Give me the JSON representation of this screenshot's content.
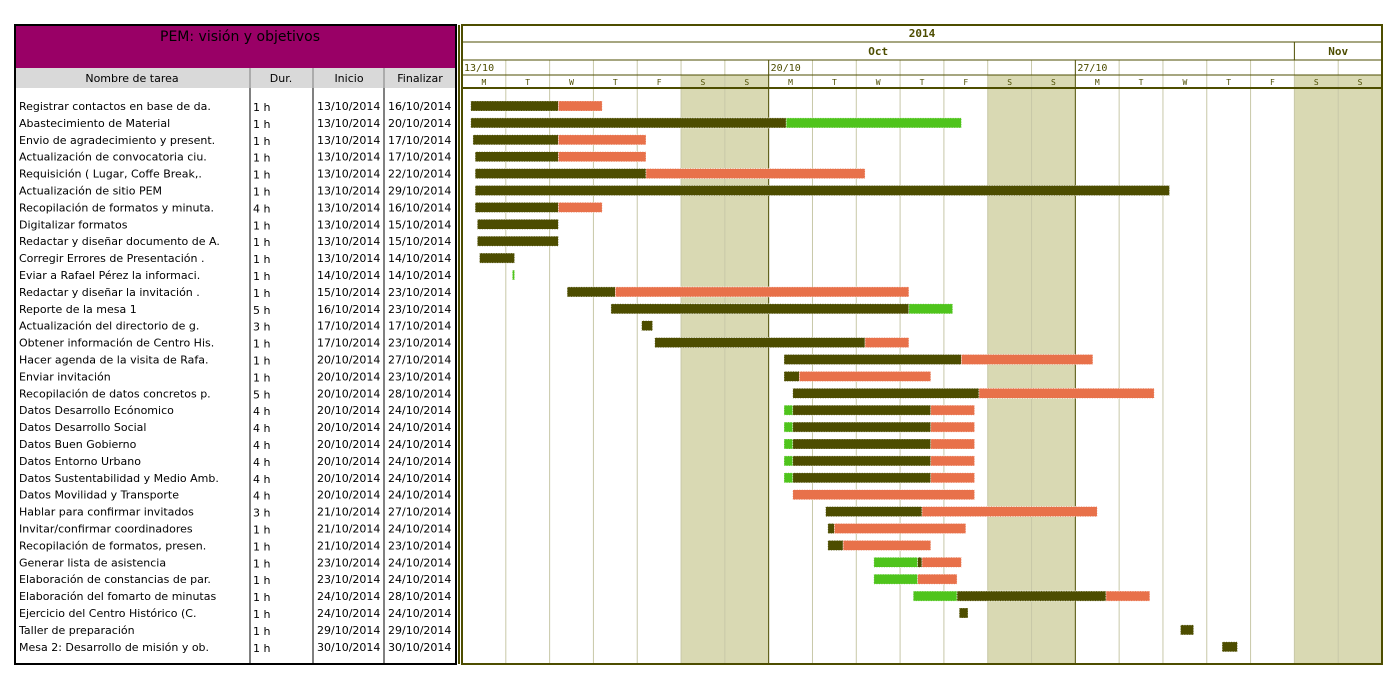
{
  "title": "PEM: visión y objetivos",
  "headers": {
    "name": "Nombre de tarea",
    "duration": "Dur.",
    "start": "Inicio",
    "end": "Finalizar"
  },
  "timeline": {
    "year": "2014",
    "months": [
      {
        "label": "Oct",
        "from": "2014-10-13",
        "to": "2014-11-01"
      },
      {
        "label": "Nov",
        "from": "2014-11-01",
        "to": "2014-11-03"
      }
    ],
    "weeks": [
      "13/10",
      "20/10",
      "27/10"
    ],
    "day_letters": [
      "M",
      "T",
      "W",
      "T",
      "F",
      "S",
      "S"
    ]
  },
  "colors": {
    "title_bg": "#990066",
    "title_text": "#000000",
    "header_bg": "#d9d9d9",
    "timeline_text": "#4d4d00",
    "weekend_fill": "#d9d9b3",
    "border": "#4d4d00",
    "done": "#4d4d00",
    "remaining": "#e8714a",
    "ahead": "#4fc41c"
  },
  "chart_data": {
    "type": "gantt",
    "x_range": [
      "2014-10-13",
      "2014-11-03"
    ],
    "tasks": [
      {
        "name": "Registrar contactos en base de da.",
        "dur": "1 h",
        "start": "13/10/2014",
        "end": "16/10/2014",
        "segments": [
          {
            "from": "2014-10-13.2",
            "to": "2014-10-15.2",
            "kind": "done"
          },
          {
            "from": "2014-10-15.2",
            "to": "2014-10-16.2",
            "kind": "remaining"
          }
        ]
      },
      {
        "name": "Abastecimiento de Material",
        "dur": "1 h",
        "start": "13/10/2014",
        "end": "20/10/2014",
        "segments": [
          {
            "from": "2014-10-13.2",
            "to": "2014-10-20.4",
            "kind": "done"
          },
          {
            "from": "2014-10-20.4",
            "to": "2014-10-24.4",
            "kind": "ahead"
          }
        ]
      },
      {
        "name": "Envio de agradecimiento y present.",
        "dur": "1 h",
        "start": "13/10/2014",
        "end": "17/10/2014",
        "segments": [
          {
            "from": "2014-10-13.25",
            "to": "2014-10-15.2",
            "kind": "done"
          },
          {
            "from": "2014-10-15.2",
            "to": "2014-10-17.2",
            "kind": "remaining"
          }
        ]
      },
      {
        "name": "Actualización de convocatoria ciu.",
        "dur": "1 h",
        "start": "13/10/2014",
        "end": "17/10/2014",
        "segments": [
          {
            "from": "2014-10-13.3",
            "to": "2014-10-15.2",
            "kind": "done"
          },
          {
            "from": "2014-10-15.2",
            "to": "2014-10-17.2",
            "kind": "remaining"
          }
        ]
      },
      {
        "name": "Requisición ( Lugar, Coffe Break,.",
        "dur": "1 h",
        "start": "13/10/2014",
        "end": "22/10/2014",
        "segments": [
          {
            "from": "2014-10-13.3",
            "to": "2014-10-17.2",
            "kind": "done"
          },
          {
            "from": "2014-10-17.2",
            "to": "2014-10-22.2",
            "kind": "remaining"
          }
        ]
      },
      {
        "name": "Actualización de sitio PEM",
        "dur": "1 h",
        "start": "13/10/2014",
        "end": "29/10/2014",
        "segments": [
          {
            "from": "2014-10-13.3",
            "to": "2014-10-29.15",
            "kind": "done"
          }
        ]
      },
      {
        "name": "Recopilación de formatos y minuta.",
        "dur": "4 h",
        "start": "13/10/2014",
        "end": "16/10/2014",
        "segments": [
          {
            "from": "2014-10-13.3",
            "to": "2014-10-15.2",
            "kind": "done"
          },
          {
            "from": "2014-10-15.2",
            "to": "2014-10-16.2",
            "kind": "remaining"
          }
        ]
      },
      {
        "name": "Digitalizar formatos",
        "dur": "1 h",
        "start": "13/10/2014",
        "end": "15/10/2014",
        "segments": [
          {
            "from": "2014-10-13.35",
            "to": "2014-10-15.2",
            "kind": "done"
          }
        ]
      },
      {
        "name": "Redactar y diseñar documento de A.",
        "dur": "1 h",
        "start": "13/10/2014",
        "end": "15/10/2014",
        "segments": [
          {
            "from": "2014-10-13.35",
            "to": "2014-10-15.2",
            "kind": "done"
          }
        ]
      },
      {
        "name": "Corregir Errores de Presentación .",
        "dur": "1 h",
        "start": "13/10/2014",
        "end": "14/10/2014",
        "segments": [
          {
            "from": "2014-10-13.4",
            "to": "2014-10-14.2",
            "kind": "done"
          }
        ]
      },
      {
        "name": "Eviar a Rafael Pérez la informaci.",
        "dur": "1 h",
        "start": "14/10/2014",
        "end": "14/10/2014",
        "segments": [
          {
            "from": "2014-10-14.15",
            "to": "2014-10-14.2",
            "kind": "ahead"
          }
        ]
      },
      {
        "name": "Redactar y diseñar la invitación .",
        "dur": "1 h",
        "start": "15/10/2014",
        "end": "23/10/2014",
        "segments": [
          {
            "from": "2014-10-15.4",
            "to": "2014-10-16.5",
            "kind": "done"
          },
          {
            "from": "2014-10-16.5",
            "to": "2014-10-23.2",
            "kind": "remaining"
          }
        ]
      },
      {
        "name": "Reporte de la mesa 1",
        "dur": "5 h",
        "start": "16/10/2014",
        "end": "23/10/2014",
        "segments": [
          {
            "from": "2014-10-16.4",
            "to": "2014-10-23.2",
            "kind": "done"
          },
          {
            "from": "2014-10-23.2",
            "to": "2014-10-24.2",
            "kind": "ahead"
          }
        ]
      },
      {
        "name": "Actualización del directorio de g.",
        "dur": "3 h",
        "start": "17/10/2014",
        "end": "17/10/2014",
        "segments": [
          {
            "from": "2014-10-17.1",
            "to": "2014-10-17.35",
            "kind": "done"
          }
        ]
      },
      {
        "name": "Obtener información de Centro His.",
        "dur": "1 h",
        "start": "17/10/2014",
        "end": "23/10/2014",
        "segments": [
          {
            "from": "2014-10-17.4",
            "to": "2014-10-22.2",
            "kind": "done"
          },
          {
            "from": "2014-10-22.2",
            "to": "2014-10-23.2",
            "kind": "remaining"
          }
        ]
      },
      {
        "name": "Hacer agenda de la visita de Rafa.",
        "dur": "1 h",
        "start": "20/10/2014",
        "end": "27/10/2014",
        "segments": [
          {
            "from": "2014-10-20.35",
            "to": "2014-10-24.4",
            "kind": "done"
          },
          {
            "from": "2014-10-24.4",
            "to": "2014-10-27.4",
            "kind": "remaining"
          }
        ]
      },
      {
        "name": "Enviar invitación",
        "dur": "1 h",
        "start": "20/10/2014",
        "end": "23/10/2014",
        "segments": [
          {
            "from": "2014-10-20.35",
            "to": "2014-10-20.7",
            "kind": "done"
          },
          {
            "from": "2014-10-20.7",
            "to": "2014-10-23.7",
            "kind": "remaining"
          }
        ]
      },
      {
        "name": "Recopilación de datos concretos p.",
        "dur": "5 h",
        "start": "20/10/2014",
        "end": "28/10/2014",
        "segments": [
          {
            "from": "2014-10-20.55",
            "to": "2014-10-24.8",
            "kind": "done"
          },
          {
            "from": "2014-10-24.8",
            "to": "2014-10-28.8",
            "kind": "remaining"
          }
        ]
      },
      {
        "name": " Datos Desarrollo Ecónomico",
        "dur": "4 h",
        "start": "20/10/2014",
        "end": "24/10/2014",
        "segments": [
          {
            "from": "2014-10-20.35",
            "to": "2014-10-20.55",
            "kind": "ahead"
          },
          {
            "from": "2014-10-20.55",
            "to": "2014-10-23.7",
            "kind": "done"
          },
          {
            "from": "2014-10-23.7",
            "to": "2014-10-24.7",
            "kind": "remaining"
          }
        ]
      },
      {
        "name": " Datos Desarrollo Social",
        "dur": "4 h",
        "start": "20/10/2014",
        "end": "24/10/2014",
        "segments": [
          {
            "from": "2014-10-20.35",
            "to": "2014-10-20.55",
            "kind": "ahead"
          },
          {
            "from": "2014-10-20.55",
            "to": "2014-10-23.7",
            "kind": "done"
          },
          {
            "from": "2014-10-23.7",
            "to": "2014-10-24.7",
            "kind": "remaining"
          }
        ]
      },
      {
        "name": " Datos Buen Gobierno",
        "dur": "4 h",
        "start": "20/10/2014",
        "end": "24/10/2014",
        "segments": [
          {
            "from": "2014-10-20.35",
            "to": "2014-10-20.55",
            "kind": "ahead"
          },
          {
            "from": "2014-10-20.55",
            "to": "2014-10-23.7",
            "kind": "done"
          },
          {
            "from": "2014-10-23.7",
            "to": "2014-10-24.7",
            "kind": "remaining"
          }
        ]
      },
      {
        "name": " Datos Entorno Urbano",
        "dur": "4 h",
        "start": "20/10/2014",
        "end": "24/10/2014",
        "segments": [
          {
            "from": "2014-10-20.35",
            "to": "2014-10-20.55",
            "kind": "ahead"
          },
          {
            "from": "2014-10-20.55",
            "to": "2014-10-23.7",
            "kind": "done"
          },
          {
            "from": "2014-10-23.7",
            "to": "2014-10-24.7",
            "kind": "remaining"
          }
        ]
      },
      {
        "name": " Datos Sustentabilidad y Medio Amb.",
        "dur": "4 h",
        "start": "20/10/2014",
        "end": "24/10/2014",
        "segments": [
          {
            "from": "2014-10-20.35",
            "to": "2014-10-20.55",
            "kind": "ahead"
          },
          {
            "from": "2014-10-20.55",
            "to": "2014-10-23.7",
            "kind": "done"
          },
          {
            "from": "2014-10-23.7",
            "to": "2014-10-24.7",
            "kind": "remaining"
          }
        ]
      },
      {
        "name": " Datos Movilidad y Transporte",
        "dur": "4 h",
        "start": "20/10/2014",
        "end": "24/10/2014",
        "segments": [
          {
            "from": "2014-10-20.55",
            "to": "2014-10-24.7",
            "kind": "remaining"
          }
        ]
      },
      {
        "name": "Hablar para confirmar invitados",
        "dur": "3 h",
        "start": "21/10/2014",
        "end": "27/10/2014",
        "segments": [
          {
            "from": "2014-10-21.3",
            "to": "2014-10-23.5",
            "kind": "done"
          },
          {
            "from": "2014-10-23.5",
            "to": "2014-10-27.5",
            "kind": "remaining"
          }
        ]
      },
      {
        "name": "Invitar/confirmar coordinadores",
        "dur": "1 h",
        "start": "21/10/2014",
        "end": "24/10/2014",
        "segments": [
          {
            "from": "2014-10-21.35",
            "to": "2014-10-21.5",
            "kind": "done"
          },
          {
            "from": "2014-10-21.5",
            "to": "2014-10-24.5",
            "kind": "remaining"
          }
        ]
      },
      {
        "name": "Recopilación  de formatos, presen.",
        "dur": "1 h",
        "start": "21/10/2014",
        "end": "23/10/2014",
        "segments": [
          {
            "from": "2014-10-21.35",
            "to": "2014-10-21.7",
            "kind": "done"
          },
          {
            "from": "2014-10-21.7",
            "to": "2014-10-23.7",
            "kind": "remaining"
          }
        ]
      },
      {
        "name": "Generar lista de asistencia",
        "dur": "1 h",
        "start": "23/10/2014",
        "end": "24/10/2014",
        "segments": [
          {
            "from": "2014-10-22.4",
            "to": "2014-10-23.4",
            "kind": "ahead"
          },
          {
            "from": "2014-10-23.4",
            "to": "2014-10-23.5",
            "kind": "done"
          },
          {
            "from": "2014-10-23.5",
            "to": "2014-10-24.4",
            "kind": "remaining"
          }
        ]
      },
      {
        "name": "Elaboración de constancias de par.",
        "dur": "1 h",
        "start": "23/10/2014",
        "end": "24/10/2014",
        "segments": [
          {
            "from": "2014-10-22.4",
            "to": "2014-10-23.4",
            "kind": "ahead"
          },
          {
            "from": "2014-10-23.4",
            "to": "2014-10-24.3",
            "kind": "remaining"
          }
        ]
      },
      {
        "name": "Elaboración del fomarto de minutas",
        "dur": "1 h",
        "start": "24/10/2014",
        "end": "28/10/2014",
        "segments": [
          {
            "from": "2014-10-23.3",
            "to": "2014-10-24.3",
            "kind": "ahead"
          },
          {
            "from": "2014-10-24.3",
            "to": "2014-10-27.7",
            "kind": "done"
          },
          {
            "from": "2014-10-27.7",
            "to": "2014-10-28.7",
            "kind": "remaining"
          }
        ]
      },
      {
        "name": "Ejercicio del Centro Histórico (C.",
        "dur": "1 h",
        "start": "24/10/2014",
        "end": "24/10/2014",
        "segments": [
          {
            "from": "2014-10-24.35",
            "to": "2014-10-24.55",
            "kind": "done"
          }
        ]
      },
      {
        "name": "Taller de preparación",
        "dur": "1 h",
        "start": "29/10/2014",
        "end": "29/10/2014",
        "segments": [
          {
            "from": "2014-10-29.4",
            "to": "2014-10-29.7",
            "kind": "done"
          }
        ]
      },
      {
        "name": "Mesa 2: Desarrollo de misión y ob.",
        "dur": "1 h",
        "start": "30/10/2014",
        "end": "30/10/2014",
        "segments": [
          {
            "from": "2014-10-30.35",
            "to": "2014-10-30.7",
            "kind": "done"
          }
        ]
      }
    ]
  }
}
